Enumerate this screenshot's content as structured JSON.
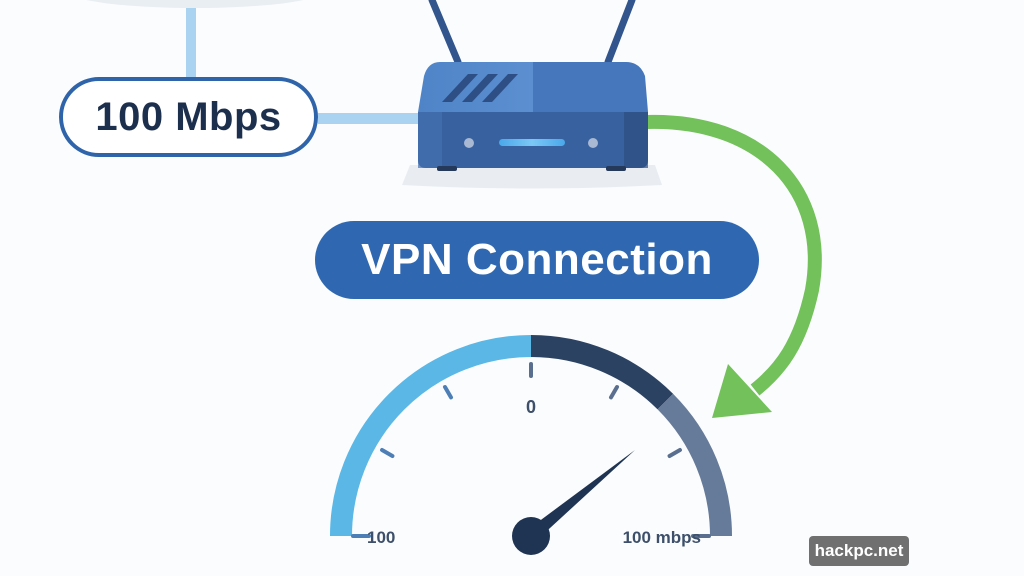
{
  "diagram": {
    "speed_label": "100 Mbps",
    "vpn_label": "VPN Connection",
    "watermark": "hackpc.net"
  },
  "gauge": {
    "center_label": "0",
    "left_label": "100",
    "right_label": "100 mbps",
    "needle_fraction": 0.78,
    "segments": [
      {
        "name": "light-blue",
        "from": 0.0,
        "to": 0.5,
        "color": "#5ab7e6"
      },
      {
        "name": "navy",
        "from": 0.5,
        "to": 0.75,
        "color": "#2b4263"
      },
      {
        "name": "slate",
        "from": 0.75,
        "to": 1.0,
        "color": "#667a99"
      }
    ]
  },
  "colors": {
    "accent_blue": "#2f68b0",
    "connector_light_blue": "#aad3f2",
    "arrow_green": "#72c15a",
    "router_body": "#3f6fb0",
    "router_led": "#5cb8f0",
    "dark_text": "#1c2f4d"
  }
}
